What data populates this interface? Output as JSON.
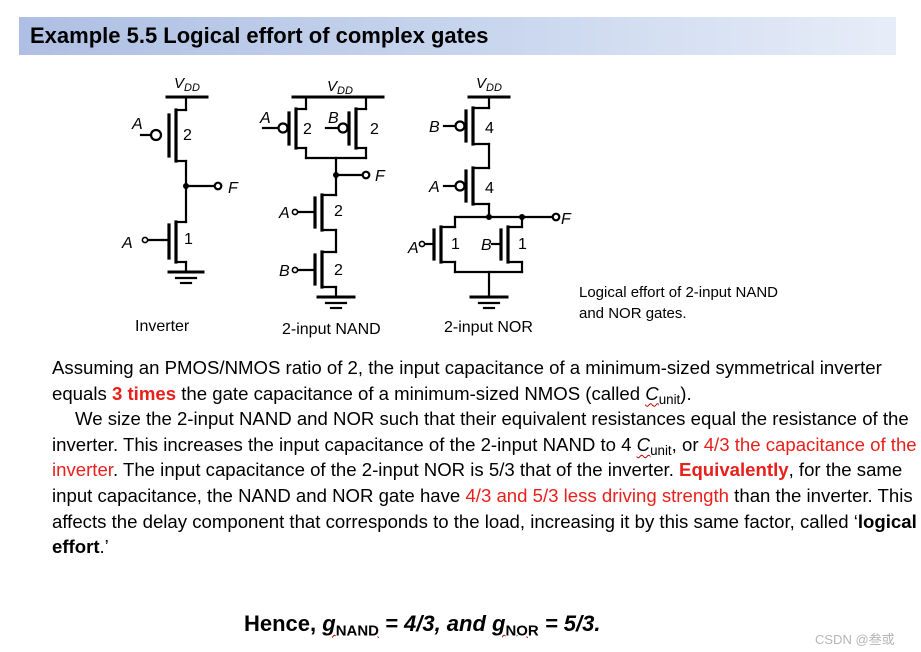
{
  "title": "Example 5.5 Logical effort of complex gates",
  "circuits": {
    "vdd_main": "V",
    "vdd_sub": "DD",
    "inverter": {
      "caption": "Inverter",
      "input": "A",
      "output": "F",
      "pmos_size": "2",
      "nmos_size": "1"
    },
    "nand": {
      "caption": "2-input NAND",
      "input_a": "A",
      "input_b": "B",
      "output": "F",
      "pmos_size": "2",
      "nmos_size": "2"
    },
    "nor": {
      "caption": "2-input NOR",
      "input_a": "A",
      "input_b": "B",
      "output": "F",
      "pmos_size": "4",
      "nmos_size": "1"
    },
    "note_line1": "Logical effort of 2-input NAND",
    "note_line2": "and NOR gates."
  },
  "paragraph1": {
    "t1": "Assuming an PMOS/NMOS ratio of 2, the input capacitance of a minimum-sized symmetrical inverter equals ",
    "red1": "3 times",
    "t2": " the gate capacitance of a minimum-sized NMOS (called ",
    "c_main": "C",
    "c_sub": "unit",
    "t3": ")."
  },
  "paragraph2": {
    "t1": "We size the 2-input NAND and NOR such that their equivalent resistances equal the resistance of the inverter. This increases the input capacitance of the 2-input NAND to 4 ",
    "c_main": "C",
    "c_sub": "unit",
    "t2": ", or ",
    "red1": "4/3 the capacitance of the inverter",
    "t3": ". The input capacitance of the 2-input NOR is 5/3 that of the inverter. ",
    "red2": "Equivalently",
    "t4": ", for the same input capacitance, the NAND and NOR gate have ",
    "red3": "4/3 and 5/3 less driving strength",
    "t5": " than the inverter. This affects the delay component that corresponds to the load, increasing it by this same factor, called ‘",
    "bold1": "logical effort",
    "t6": ".’"
  },
  "conclusion": {
    "prefix": "Hence, ",
    "g1": "g",
    "sub1": "NAND",
    "mid": " = 4/3, and ",
    "g2": "g",
    "sub2": "NOR",
    "end": " = 5/3."
  },
  "watermark": "CSDN @叁或",
  "colors": {
    "accent_red": "#e8201c",
    "title_bar": "#b8c7e8"
  }
}
